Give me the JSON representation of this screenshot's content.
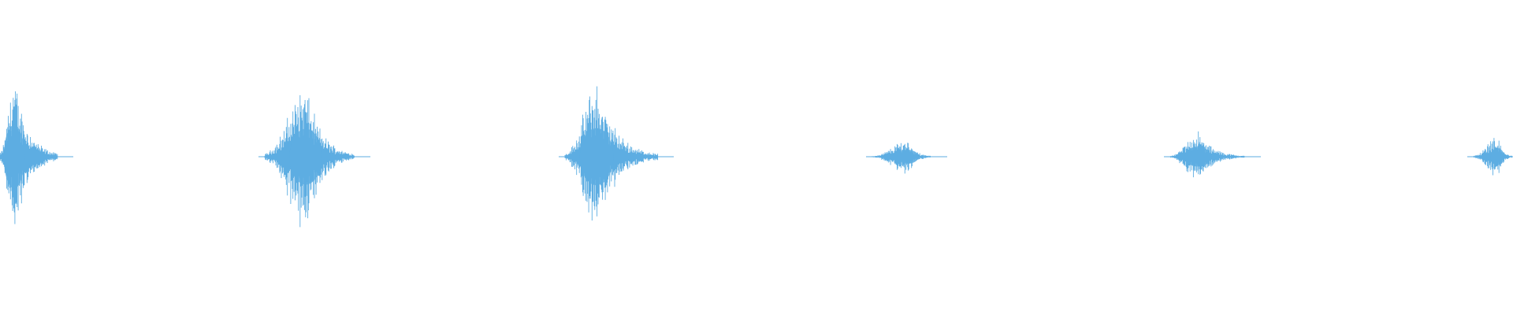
{
  "waveform": {
    "color": "#5dade2",
    "background": "#ffffff",
    "bursts": [
      {
        "id": "burst-1",
        "level": 1.0,
        "spread": 0.9
      },
      {
        "id": "burst-2",
        "level": 0.88,
        "spread": 1.0
      },
      {
        "id": "burst-3",
        "level": 0.9,
        "spread": 1.0
      },
      {
        "id": "burst-4",
        "level": 0.22,
        "spread": 0.8
      },
      {
        "id": "burst-5",
        "level": 0.31,
        "spread": 0.7
      },
      {
        "id": "burst-6",
        "level": 0.27,
        "spread": 0.5
      }
    ]
  }
}
